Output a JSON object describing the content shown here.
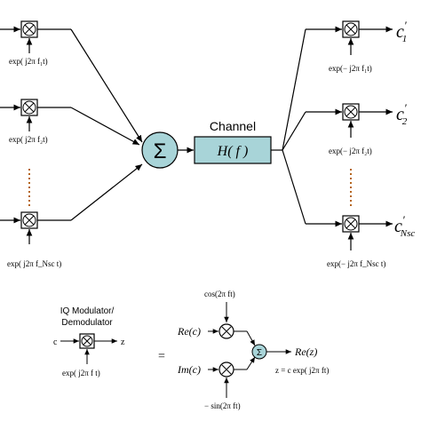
{
  "transmitter": {
    "carriers": [
      {
        "text": "exp( j2π f₁t)"
      },
      {
        "text": "exp( j2π f₂t)"
      },
      {
        "text": "exp( j2π f_Nsc t)"
      }
    ]
  },
  "summer": {
    "symbol": "Σ"
  },
  "channel": {
    "title": "Channel",
    "transfer": "H( f )"
  },
  "receiver": {
    "carriers": [
      {
        "text": "exp(− j2π f₁t)"
      },
      {
        "text": "exp(− j2π f₂t)"
      },
      {
        "text": "exp(− j2π f_Nsc t)"
      }
    ],
    "outputs": [
      {
        "base": "c",
        "prime": "′",
        "sub": "1"
      },
      {
        "base": "c",
        "prime": "′",
        "sub": "2"
      },
      {
        "base": "c",
        "prime": "′",
        "sub": "Nsc"
      }
    ]
  },
  "iq": {
    "title_line1": "IQ Modulator/",
    "title_line2": "Demodulator",
    "input_label": "c",
    "output_label": "z",
    "carrier": "exp( j2π f t)",
    "equals": "=",
    "cos_label": "cos(2π ft)",
    "sin_label": "− sin(2π ft)",
    "re_in": "Re(c)",
    "im_in": "Im(c)",
    "re_out": "Re(z)",
    "sum_symbol": "Σ",
    "equation": "z = c exp( j2π ft)"
  },
  "colors": {
    "summer_fill": "#a8d4d8",
    "channel_fill": "#a8d4d8",
    "dotted": "#b5651d"
  }
}
